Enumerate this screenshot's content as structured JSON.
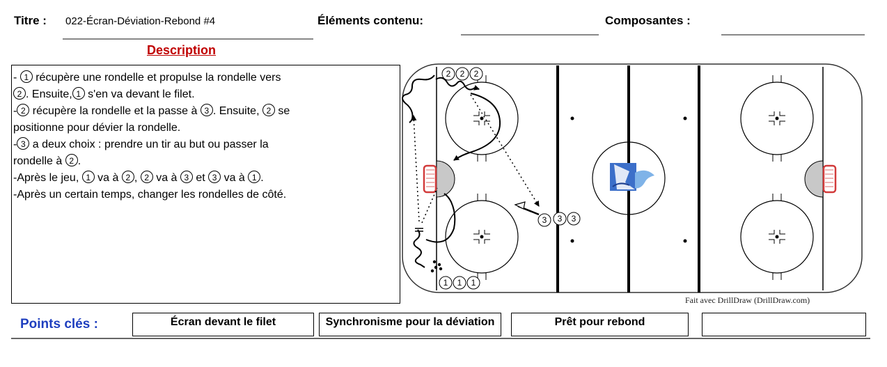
{
  "header": {
    "title_label": "Titre :",
    "title_value": "022-Écran-Déviation-Rebond #4",
    "elements_label": "Éléments contenu:",
    "elements_value": "",
    "components_label": "Composantes :",
    "components_value": ""
  },
  "description": {
    "heading": "Description",
    "lines": [
      [
        {
          "t": "- "
        },
        {
          "c": "1"
        },
        {
          "t": " récupère une rondelle et propulse la rondelle vers"
        }
      ],
      [
        {
          "c": "2"
        },
        {
          "t": ".  Ensuite,"
        },
        {
          "c": "1"
        },
        {
          "t": " s'en va devant le filet."
        }
      ],
      [
        {
          "t": "-"
        },
        {
          "c": "2"
        },
        {
          "t": " récupère la rondelle et la passe à "
        },
        {
          "c": "3"
        },
        {
          "t": ".  Ensuite, "
        },
        {
          "c": "2"
        },
        {
          "t": " se"
        }
      ],
      [
        {
          "t": "positionne pour dévier la rondelle."
        }
      ],
      [
        {
          "t": "-"
        },
        {
          "c": "3"
        },
        {
          "t": " a deux choix : prendre un tir au but ou passer la"
        }
      ],
      [
        {
          "t": "rondelle à "
        },
        {
          "c": "2"
        },
        {
          "t": "."
        }
      ],
      [
        {
          "t": "-Après le jeu, "
        },
        {
          "c": "1"
        },
        {
          "t": " va à "
        },
        {
          "c": "2"
        },
        {
          "t": ", "
        },
        {
          "c": "2"
        },
        {
          "t": " va à "
        },
        {
          "c": "3"
        },
        {
          "t": " et "
        },
        {
          "c": "3"
        },
        {
          "t": " va à "
        },
        {
          "c": "1"
        },
        {
          "t": "."
        }
      ],
      [
        {
          "t": "-Après un certain temps, changer les rondelles de côté."
        }
      ]
    ]
  },
  "rink": {
    "players_top": [
      "2",
      "2",
      "2"
    ],
    "players_right": [
      "3",
      "3",
      "3"
    ],
    "players_bottom": [
      "1",
      "1",
      "1"
    ],
    "logo_icon": "hockey-logo-icon",
    "credit": "Fait avec DrillDraw (DrillDraw.com)"
  },
  "key_points": {
    "label": "Points clés :",
    "items": [
      "Écran devant le filet",
      "Synchronisme pour la déviation",
      "Prêt pour rebond",
      ""
    ]
  },
  "colors": {
    "description_heading": "#c00000",
    "key_points_label": "#1f3fbf",
    "goal_crease": "#c8c8c8",
    "net": "#d23b3b"
  }
}
